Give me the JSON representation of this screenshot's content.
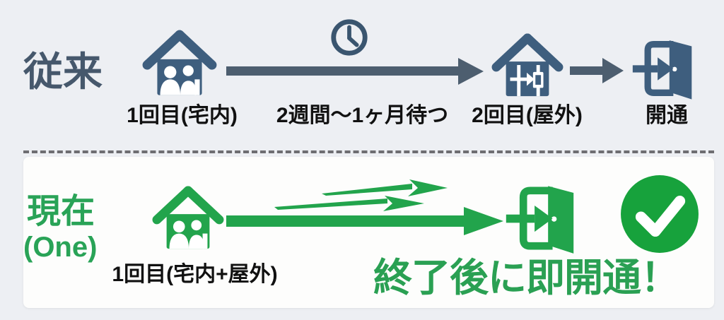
{
  "colors": {
    "background": "#edeff3",
    "card": "#fdfdfc",
    "slate_text": "#46586c",
    "slate_icon": "#3e5e7e",
    "slate_arrow": "#4d5e6f",
    "black_text": "#111111",
    "green_text": "#29a357",
    "green_icon": "#22a44c",
    "green_check": "#17a23c",
    "divider": "#6e6e72"
  },
  "legacy": {
    "label": "従来",
    "step1": {
      "caption": "1回目(宅内)",
      "icon": "house-people-icon"
    },
    "wait": {
      "caption": "2週間〜1ヶ月待つ",
      "icon": "clock-icon"
    },
    "step2": {
      "caption": "2回目(屋外)",
      "icon": "house-work-icon"
    },
    "result": {
      "caption": "開通",
      "icon": "door-enter-icon"
    }
  },
  "current": {
    "label": "現在",
    "label_sub": "(One)",
    "step1": {
      "caption": "1回目(宅内+屋外)",
      "icon": "house-people-icon"
    },
    "speed_icon": "speed-arrows-icon",
    "door_icon": "door-enter-icon",
    "check_icon": "check-circle-icon",
    "result_caption": "終了後に即開通！"
  }
}
